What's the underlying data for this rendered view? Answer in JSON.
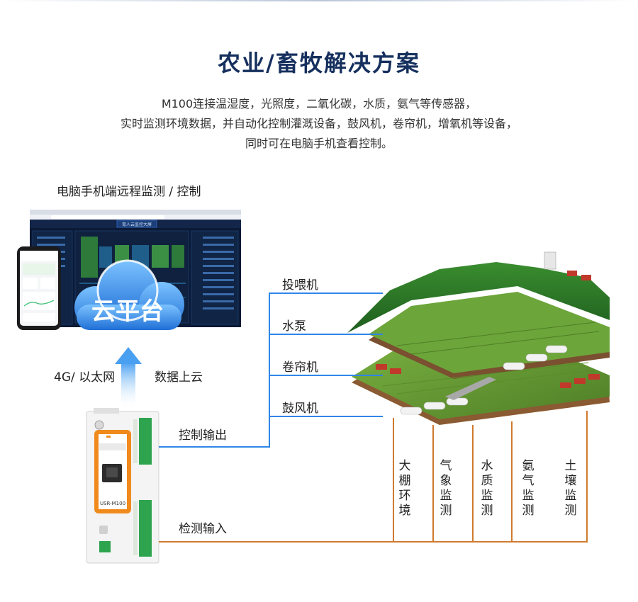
{
  "page": {
    "title": "农业/畜牧解决方案",
    "description": [
      "M100连接温湿度，光照度，二氧化碳，水质，氨气等传感器，",
      "实时监测环境数据，并自动化控制灌溉设备，鼓风机，卷帘机，增氧机等设备，",
      "同时可在电脑手机查看控制。"
    ]
  },
  "remote": {
    "label": "电脑手机端远程监测 / 控制",
    "screen_title": "育人云监控大屏"
  },
  "cloud": {
    "label": "云平台",
    "network_label": "4G/ 以太网",
    "upload_label": "数据上云"
  },
  "device": {
    "model": "USR-M100"
  },
  "io": {
    "control_output": "控制输出",
    "detect_input": "检测输入"
  },
  "control_targets": [
    "投喂机",
    "水泵",
    "卷帘机",
    "鼓风机"
  ],
  "monitor_sources": [
    "大棚环境",
    "气象监测",
    "水质监测",
    "氨气监测",
    "土壤监测"
  ],
  "colors": {
    "title": "#16305e",
    "control_line": "#2f86e8",
    "monitor_line": "#d07a2e",
    "device_accent": "#f08a1c",
    "cloud": "#3a8fe8"
  }
}
